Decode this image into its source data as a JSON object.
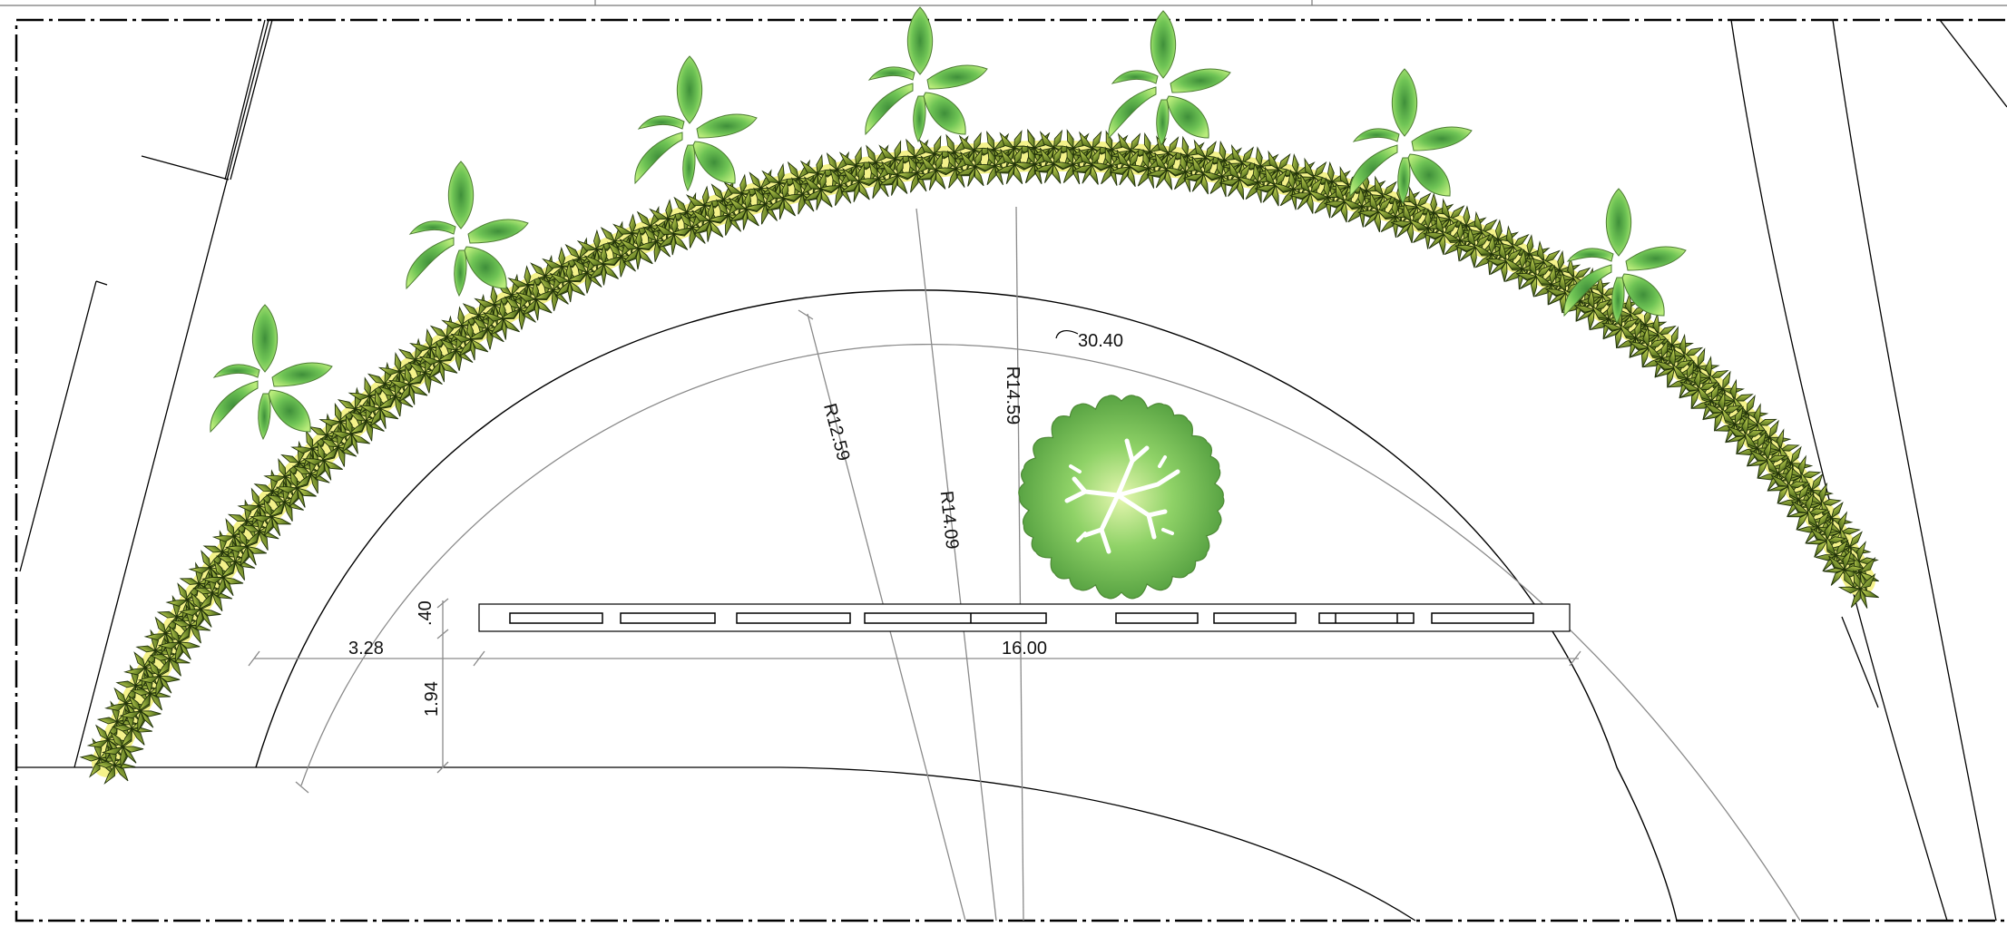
{
  "drawing": {
    "dimensions": {
      "radius_inner": "R12.59",
      "radius_middle": "R14.09",
      "radius_outer": "R14.59",
      "arc_length": "30.40",
      "offset_left": "3.28",
      "bench_length": "16.00",
      "offset_small": ".40",
      "offset_vertical": "1.94"
    },
    "symbols": {
      "palm": "palm-tree-symbol",
      "shrub": "shrub-symbol",
      "tree": "tree-canopy-symbol"
    },
    "colors": {
      "foliage_dark": "#3f7f2a",
      "foliage_light": "#b9ec7a",
      "hedge_dark": "#2f4a10",
      "hedge_light": "#a9c43a",
      "hedge_band": "#f4f28a",
      "line": "#000000",
      "dim_line": "#8a8a8a"
    }
  }
}
